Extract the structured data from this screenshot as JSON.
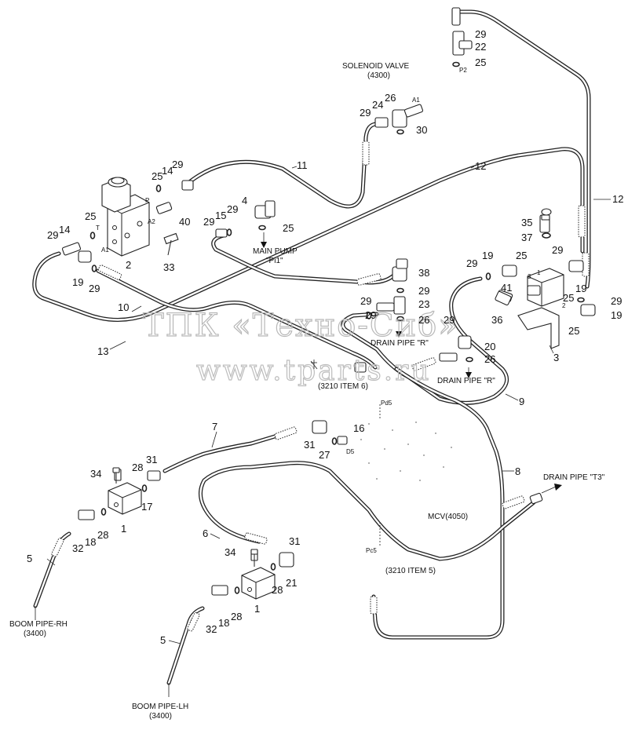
{
  "watermark": {
    "line1": "ТПК «Техно-Сиб»",
    "line2": "www.tparts.ru"
  },
  "labels": {
    "solenoid_valve": "SOLENOID VALVE",
    "solenoid_valve_ref": "(4300)",
    "main_pump": "MAIN PUMP",
    "main_pump_port": "\"Pi1\"",
    "drain_pipe_r_1": "DRAIN PIPE \"R\"",
    "drain_pipe_r_2": "DRAIN PIPE \"R\"",
    "drain_pipe_t3": "DRAIN PIPE \"T3\"",
    "ref_item6": "(3210 ITEM 6)",
    "ref_item5": "(3210 ITEM 5)",
    "mcv": "MCV(4050)",
    "boom_pipe_rh": "BOOM PIPE-RH",
    "boom_pipe_rh_ref": "(3400)",
    "boom_pipe_lh": "BOOM PIPE-LH",
    "boom_pipe_lh_ref": "(3400)"
  },
  "ports": {
    "a1_top": "A1",
    "p2": "P2",
    "p": "P",
    "t": "T",
    "a2": "A2",
    "a1_left": "A1",
    "pd5": "Pd5",
    "d5": "D5",
    "pc5": "Pc5",
    "p1": "1",
    "p2b": "2",
    "p3": "3"
  },
  "callouts": {
    "c29a": "29",
    "c22": "22",
    "c25a": "25",
    "c26a": "26",
    "c24a": "24",
    "c29b": "29",
    "c30": "30",
    "c11": "11",
    "c12a": "12",
    "c12b": "12",
    "c25b": "25",
    "c14a": "14",
    "c29c": "29",
    "c4": "4",
    "c15": "15",
    "c29d": "29",
    "c25c": "25",
    "c40": "40",
    "c25d": "25",
    "c29e": "29",
    "c14b": "14",
    "c2": "2",
    "c33": "33",
    "c19a": "19",
    "c29f": "29",
    "c10": "10",
    "c13": "13",
    "c35": "35",
    "c37": "37",
    "c29g": "29",
    "c29h": "29",
    "c19b": "19",
    "c25e": "25",
    "c41": "41",
    "c25f": "25",
    "c19c": "19",
    "c29i": "29",
    "c19d": "19",
    "c36": "36",
    "c25g": "25",
    "c3": "3",
    "c38": "38",
    "c29j": "29",
    "c29k": "29",
    "c23": "23",
    "c26b": "26",
    "c29l": "29",
    "c20": "20",
    "c26c": "26",
    "c9": "9",
    "c8": "8",
    "c16": "16",
    "c31a": "31",
    "c27": "27",
    "c7": "7",
    "c31b": "31",
    "c28a": "28",
    "c34a": "34",
    "c17": "17",
    "c1a": "1",
    "c32a": "32",
    "c18a": "18",
    "c28b": "28",
    "c5a": "5",
    "c6": "6",
    "c31c": "31",
    "c34b": "34",
    "c28c": "28",
    "c21": "21",
    "c1b": "1",
    "c32b": "32",
    "c18b": "18",
    "c28d": "28",
    "c5b": "5"
  }
}
